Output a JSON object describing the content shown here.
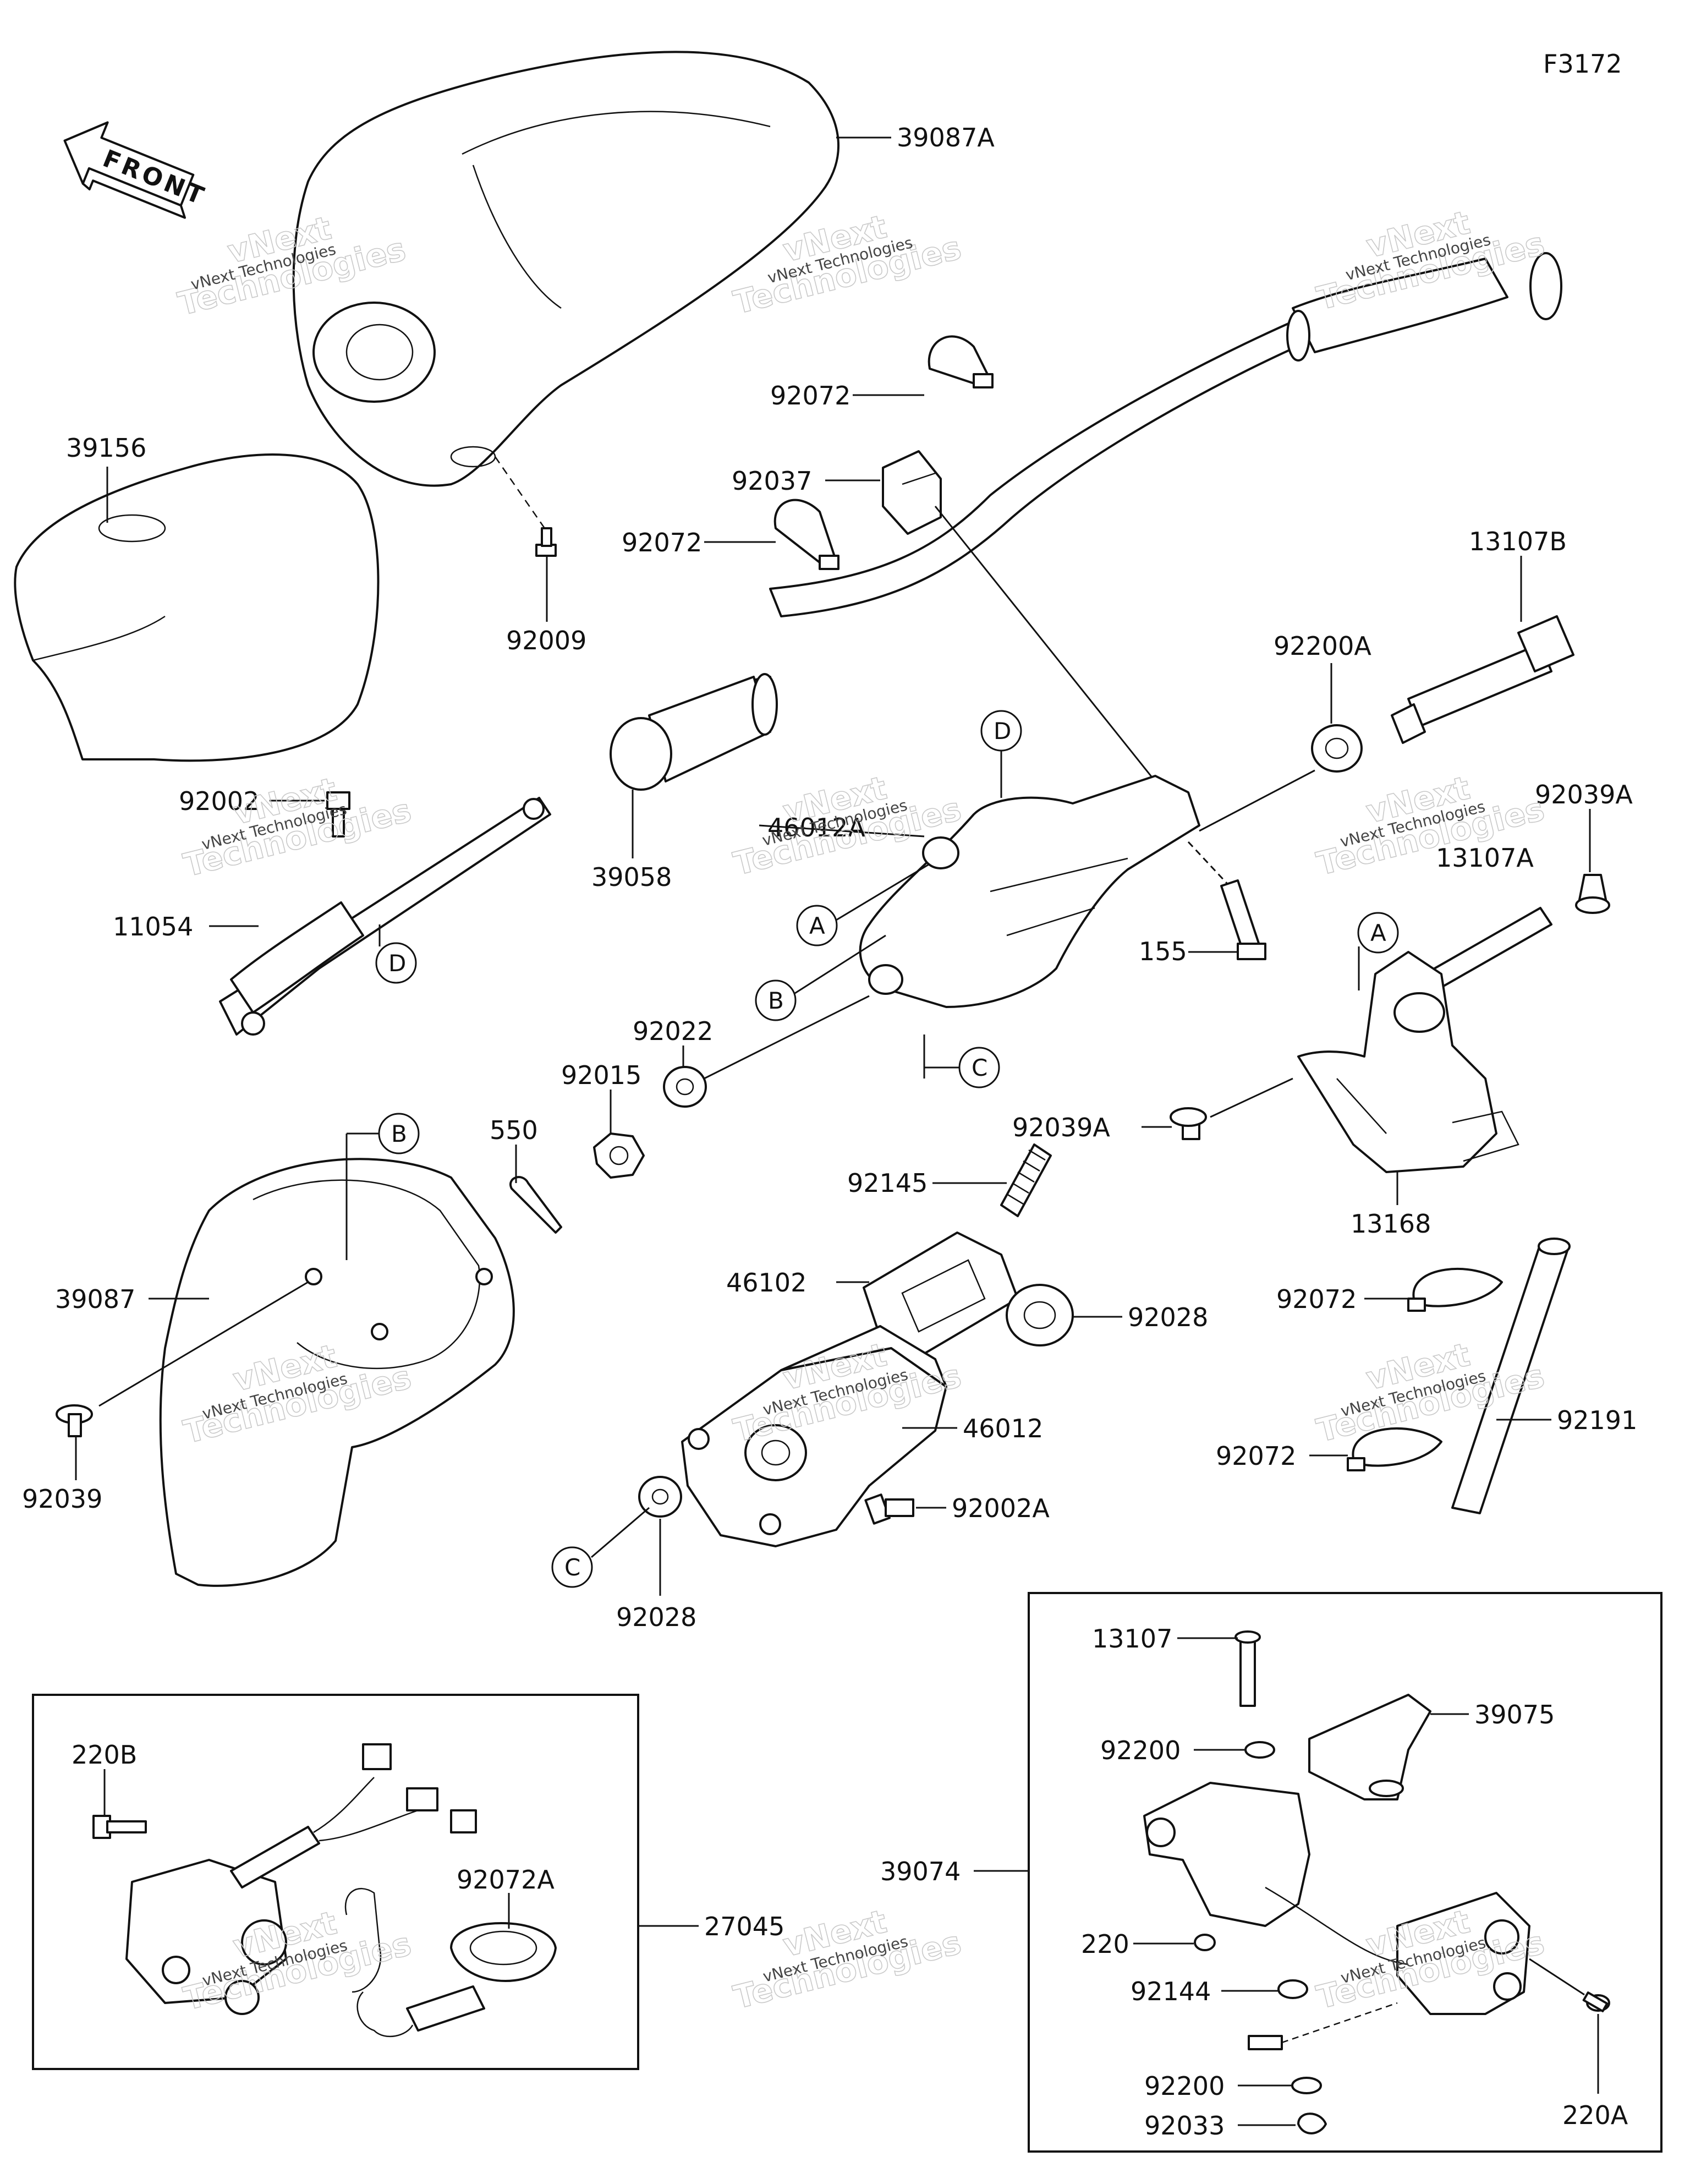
{
  "diagram_id": "F3172",
  "front_label": "FRONT",
  "watermark": {
    "company": "vNext Technologies",
    "big_top": "vNext",
    "big_bottom": "Technologies"
  },
  "part_labels": {
    "p39087A": "39087A",
    "p39156": "39156",
    "p92009": "92009",
    "p92072_a": "92072",
    "p92037": "92037",
    "p92072_b": "92072",
    "p13107B": "13107B",
    "p92200A": "92200A",
    "p92002": "92002",
    "p46012A": "46012A",
    "p92039A_a": "92039A",
    "p13107A": "13107A",
    "p11054": "11054",
    "p39058": "39058",
    "p155": "155",
    "p92022": "92022",
    "p92015": "92015",
    "p550": "550",
    "p92039A_b": "92039A",
    "p13168": "13168",
    "p92145": "92145",
    "p46102": "46102",
    "p92028_a": "92028",
    "p39087": "39087",
    "p46012": "46012",
    "p92072_c": "92072",
    "p92191": "92191",
    "p92072_d": "92072",
    "p92002A": "92002A",
    "p92039": "92039",
    "p92028_b": "92028",
    "p13107": "13107",
    "p39075": "39075",
    "p92200_a": "92200",
    "p220B": "220B",
    "p92072A": "92072A",
    "p27045": "27045",
    "p39074": "39074",
    "p220": "220",
    "p92144": "92144",
    "p92200_b": "92200",
    "p92033": "92033",
    "p220A": "220A"
  },
  "reference_markers": {
    "A_top": "A",
    "A_left": "A",
    "B_top": "B",
    "B_left": "B",
    "C_mid": "C",
    "C_low": "C",
    "D_top": "D",
    "D_low": "D"
  }
}
